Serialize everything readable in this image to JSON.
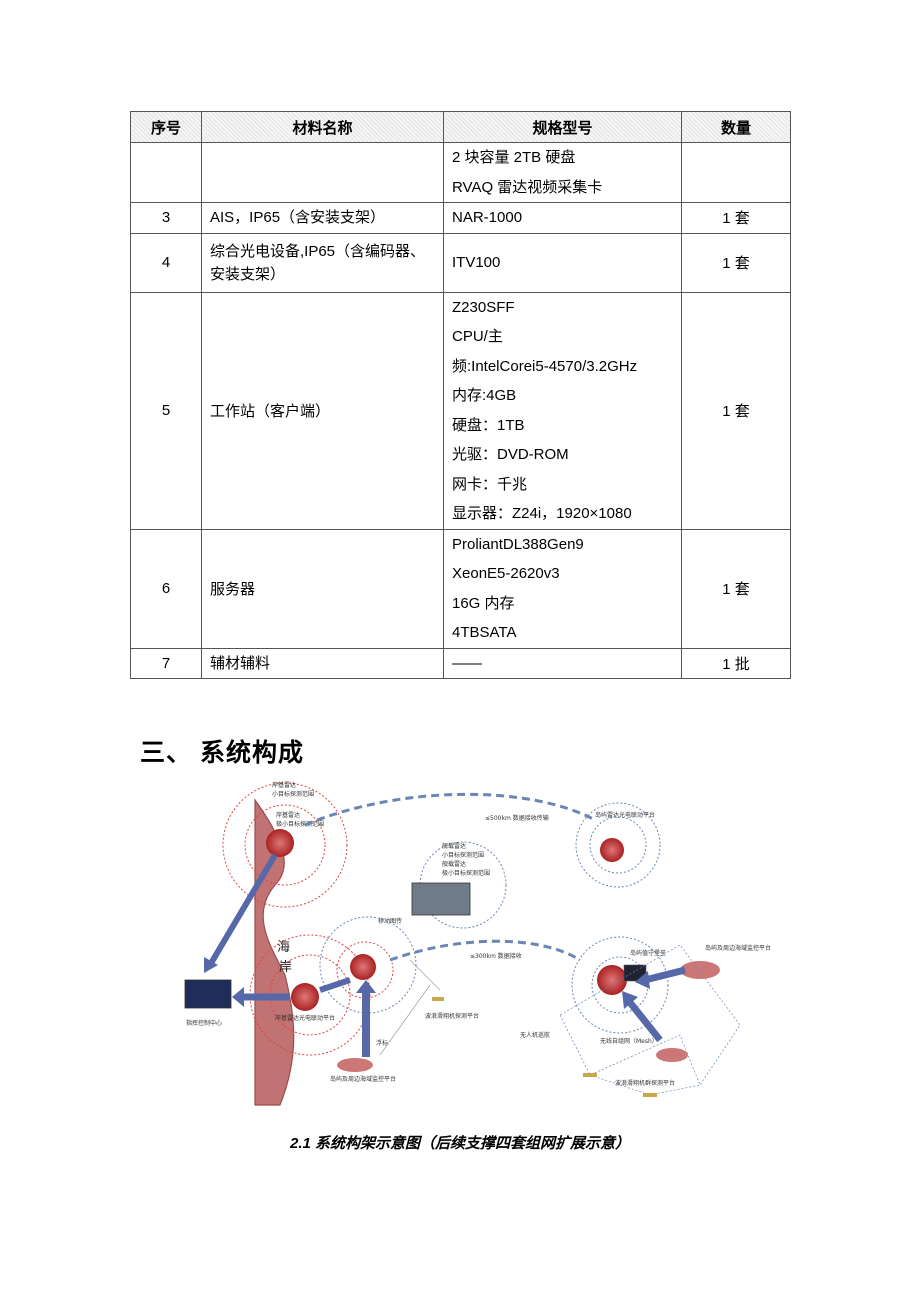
{
  "table": {
    "headers": [
      "序号",
      "材料名称",
      "规格型号",
      "数量"
    ],
    "rows": [
      {
        "no": "",
        "name": "",
        "spec": [
          "2 块容量 2TB 硬盘",
          "RVAQ 雷达视频采集卡"
        ],
        "qty": ""
      },
      {
        "no": "3",
        "name": "AIS，IP65（含安装支架）",
        "spec": [
          "NAR-1000"
        ],
        "qty": "1 套"
      },
      {
        "no": "4",
        "name": "综合光电设备,IP65（含编码器、安装支架）",
        "spec": [
          "ITV100"
        ],
        "qty": "1 套"
      },
      {
        "no": "5",
        "name": "工作站（客户端）",
        "spec": [
          "Z230SFF",
          "CPU/主",
          "频:IntelCorei5-4570/3.2GHz",
          "内存:4GB",
          "硬盘：1TB",
          "光驱：DVD-ROM",
          "网卡：千兆",
          "显示器：Z24i，1920×1080"
        ],
        "qty": "1 套"
      },
      {
        "no": "6",
        "name": "服务器",
        "spec": [
          "ProliantDL388Gen9",
          "XeonE5-2620v3",
          "16G 内存",
          "4TBSATA"
        ],
        "qty": "1 套"
      },
      {
        "no": "7",
        "name": "辅材辅料",
        "spec": [
          "——"
        ],
        "qty": "1 批"
      }
    ]
  },
  "section_title": "三、 系统构成",
  "diagram": {
    "shore_label_1": "海",
    "shore_label_2": "岸",
    "labels": {
      "top_left_1": "岸基雷达",
      "top_left_2": "小目标探测范围",
      "top_left_3": "岸基雷达",
      "top_left_4": "极小目标探测范围",
      "top_link": "≤500km 数据接收传输",
      "island_top": "岛屿雷达光电联动平台",
      "ship_1": "舰载雷达",
      "ship_2": "小目标探测范围",
      "ship_3": "舰载雷达",
      "ship_4": "极小目标探测范围",
      "mobile": "移动图传",
      "mid_link": "≤300km 数据接收",
      "command": "指挥控制中心",
      "shore_platform": "岸基雷达光电联动平台",
      "buoy": "浮标",
      "buoy_platform": "波浪滑翔机探测平台",
      "island_sea": "岛屿及周边海域监控平台",
      "right_station": "岛屿值守堡垒",
      "right_island": "岛屿及周边海域监控平台",
      "uav": "无人机巡航",
      "mesh": "无线自组网（Mesh）",
      "right_buoy": "波浪滑翔机群探测平台"
    }
  },
  "caption": "2.1  系统构架示意图（后续支撑四套组网扩展示意）"
}
